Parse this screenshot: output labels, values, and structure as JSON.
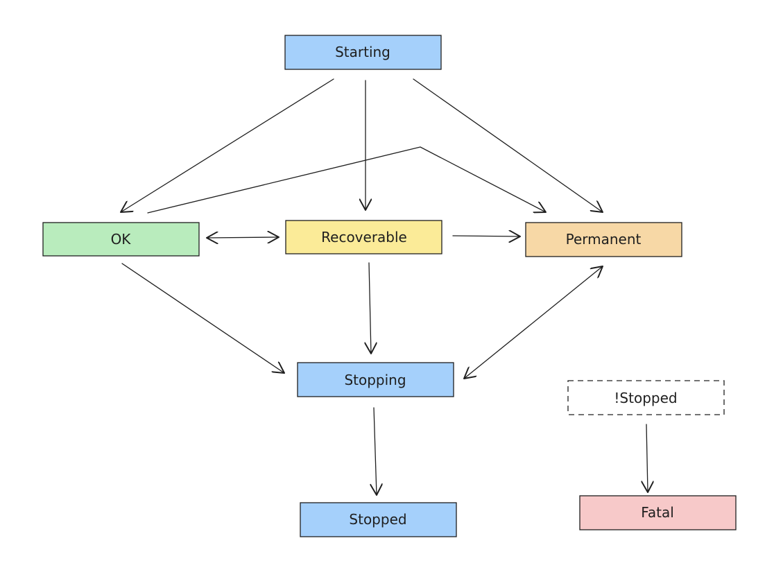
{
  "nodes": {
    "starting": {
      "label": "Starting",
      "fill": "#a5d0fb"
    },
    "ok": {
      "label": "OK",
      "fill": "#b9ecbd"
    },
    "recoverable": {
      "label": "Recoverable",
      "fill": "#fbeb98"
    },
    "permanent": {
      "label": "Permanent",
      "fill": "#f7d8a6"
    },
    "stopping": {
      "label": "Stopping",
      "fill": "#a5d0fb"
    },
    "stopped": {
      "label": "Stopped",
      "fill": "#a5d0fb"
    },
    "not_stopped": {
      "label": "!Stopped",
      "fill": "#ffffff",
      "dashed": true
    },
    "fatal": {
      "label": "Fatal",
      "fill": "#f7c9c9"
    }
  },
  "edges": [
    {
      "from": "starting",
      "to": "ok"
    },
    {
      "from": "starting",
      "to": "recoverable"
    },
    {
      "from": "starting",
      "to": "permanent"
    },
    {
      "from": "ok",
      "to": "permanent"
    },
    {
      "from": "ok",
      "to": "recoverable",
      "bidirectional": true
    },
    {
      "from": "recoverable",
      "to": "permanent"
    },
    {
      "from": "ok",
      "to": "stopping"
    },
    {
      "from": "recoverable",
      "to": "stopping"
    },
    {
      "from": "permanent",
      "to": "stopping",
      "bidirectional": true
    },
    {
      "from": "stopping",
      "to": "stopped"
    },
    {
      "from": "not_stopped",
      "to": "fatal"
    }
  ]
}
